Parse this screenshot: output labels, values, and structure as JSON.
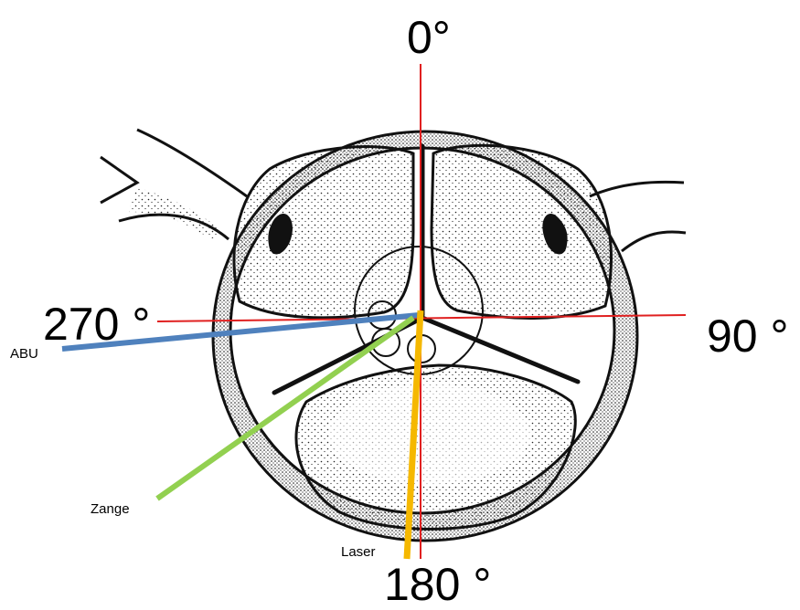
{
  "angle_labels": {
    "top": "0°",
    "right": "90 °",
    "bottom": "180 °",
    "left": "270 °"
  },
  "instruments": [
    {
      "name": "ABU",
      "color": "#4f81bd"
    },
    {
      "name": "Zange",
      "color": "#92d050"
    },
    {
      "name": "Laser",
      "color": "#f5b800"
    }
  ],
  "colors": {
    "axis": "#e02020",
    "ink": "#111111",
    "background": "#ffffff"
  }
}
